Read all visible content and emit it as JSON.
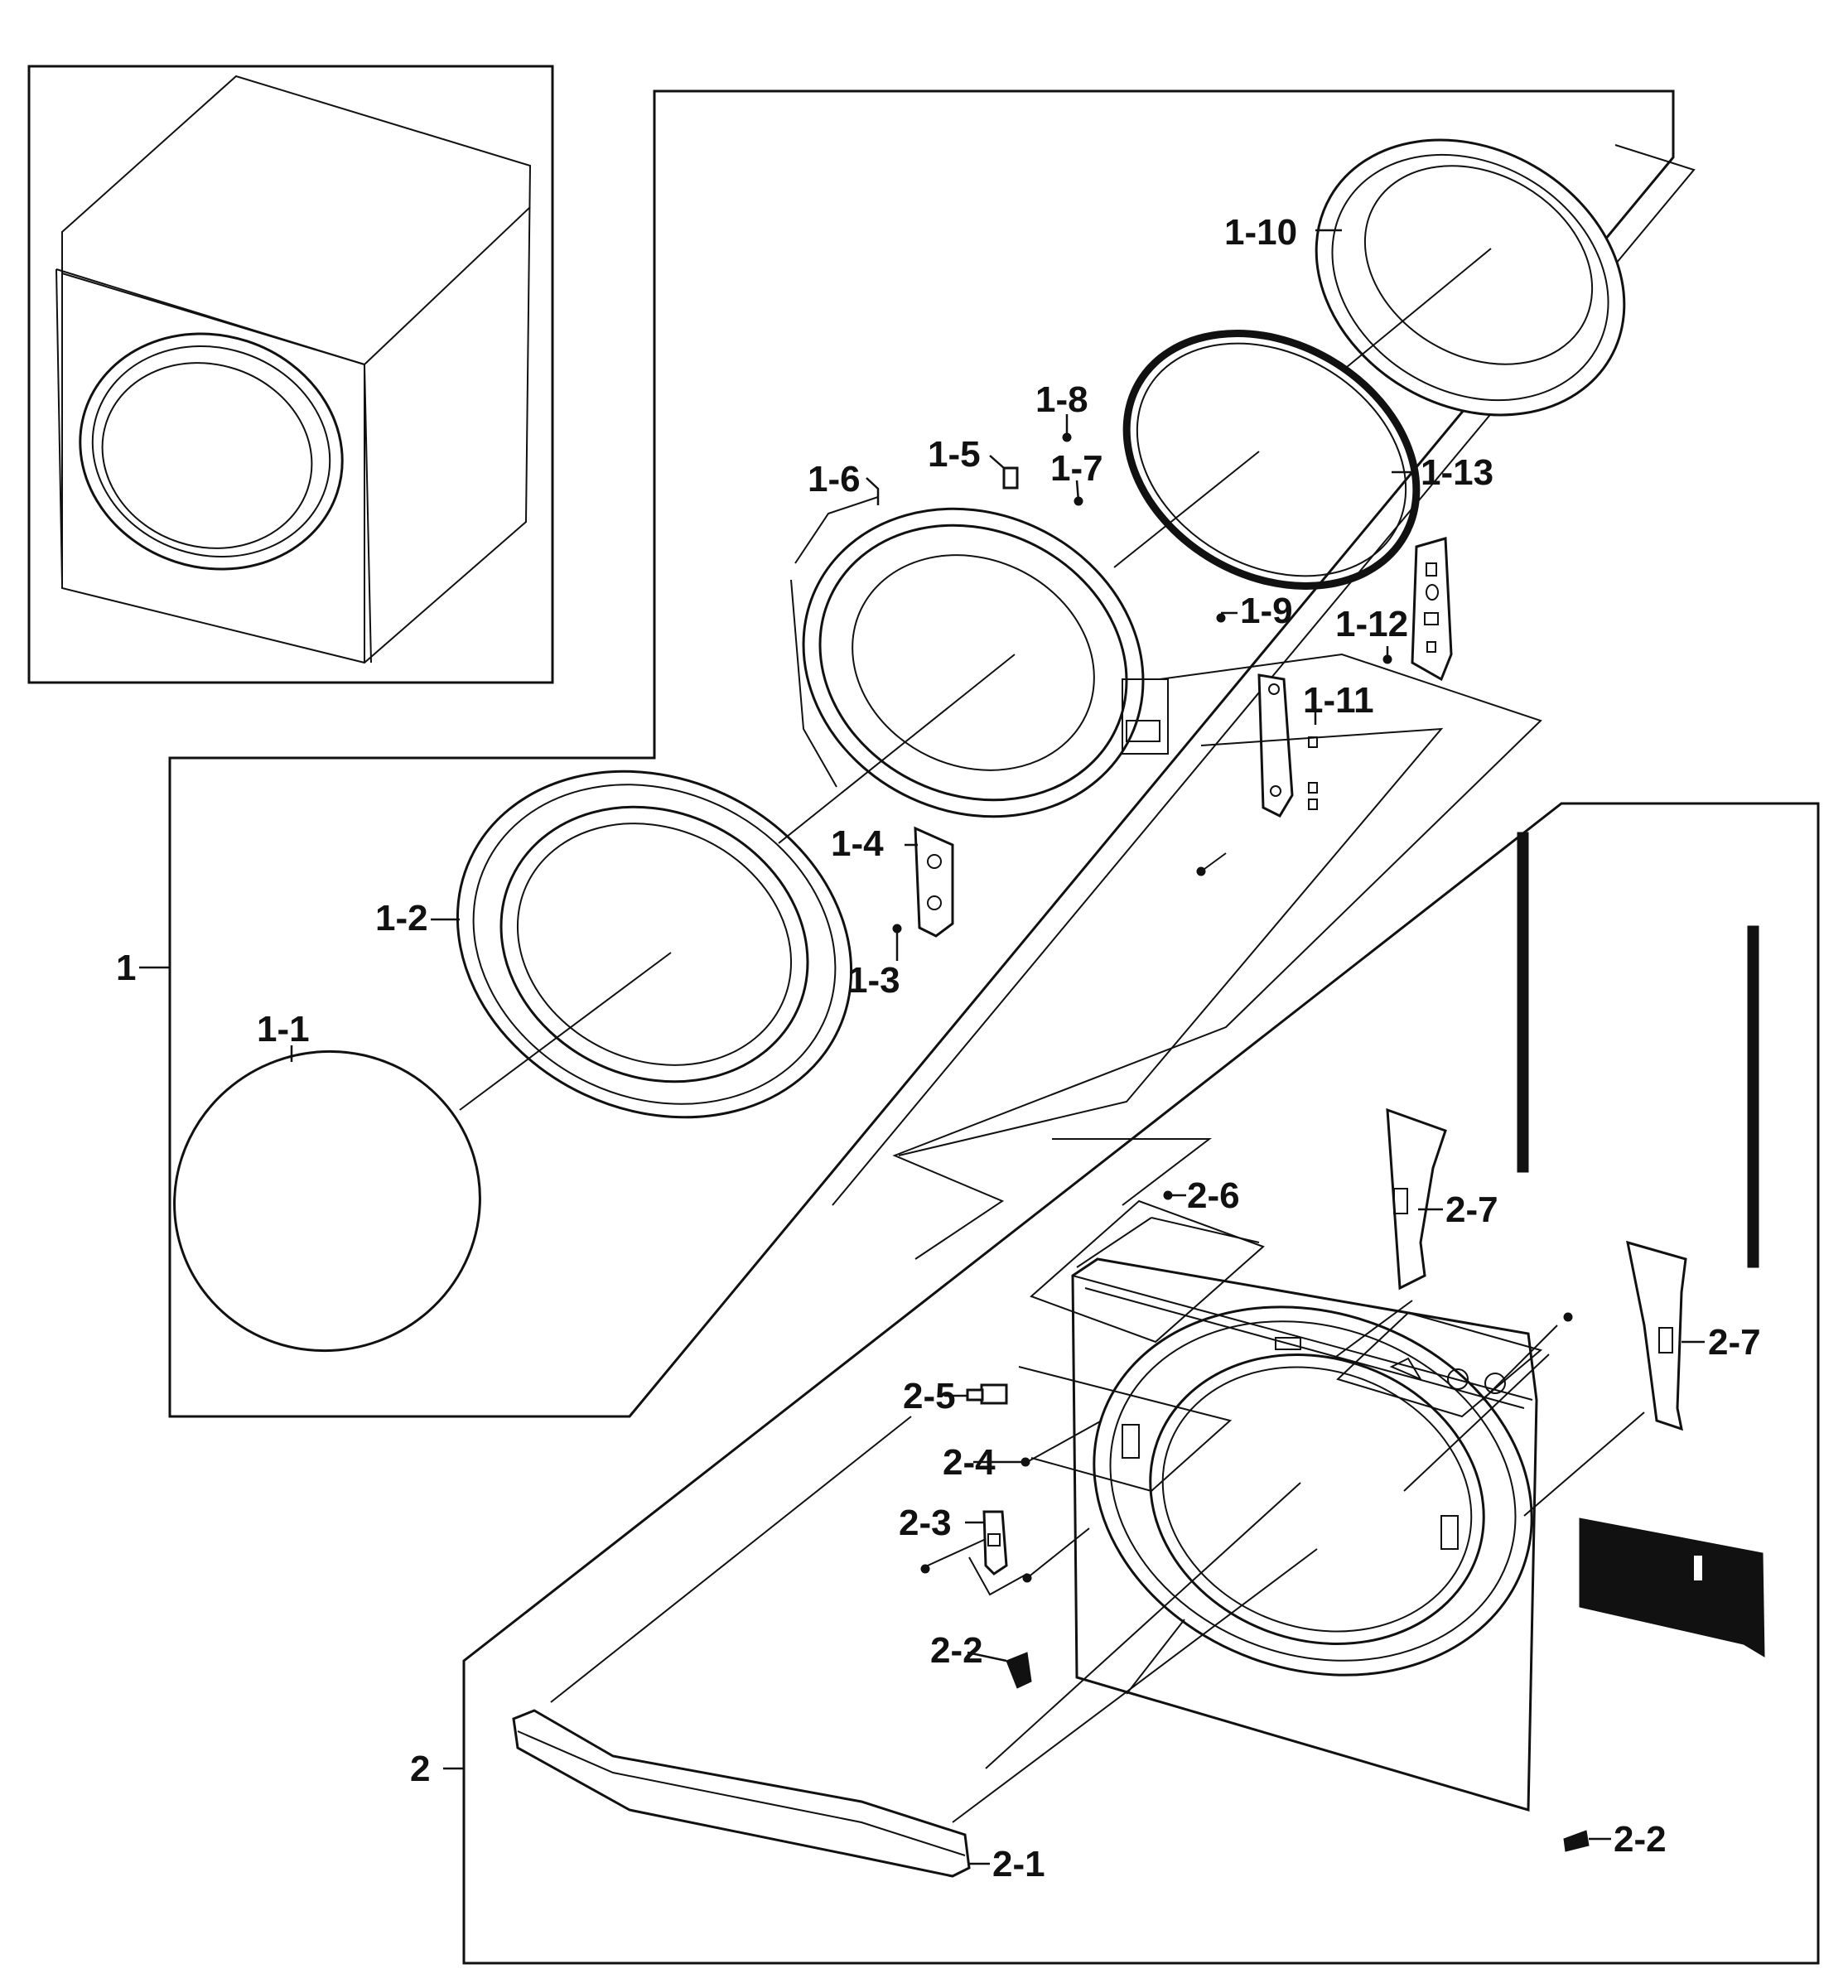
{
  "callouts": {
    "c1": "1",
    "c1_1": "1-1",
    "c1_2": "1-2",
    "c1_3": "1-3",
    "c1_4": "1-4",
    "c1_5": "1-5",
    "c1_6": "1-6",
    "c1_7": "1-7",
    "c1_8": "1-8",
    "c1_9": "1-9",
    "c1_10": "1-10",
    "c1_11": "1-11",
    "c1_12": "1-12",
    "c1_13": "1-13",
    "c2": "2",
    "c2_1": "2-1",
    "c2_2a": "2-2",
    "c2_2b": "2-2",
    "c2_3": "2-3",
    "c2_4": "2-4",
    "c2_5": "2-5",
    "c2_6": "2-6",
    "c2_7a": "2-7",
    "c2_7b": "2-7"
  }
}
